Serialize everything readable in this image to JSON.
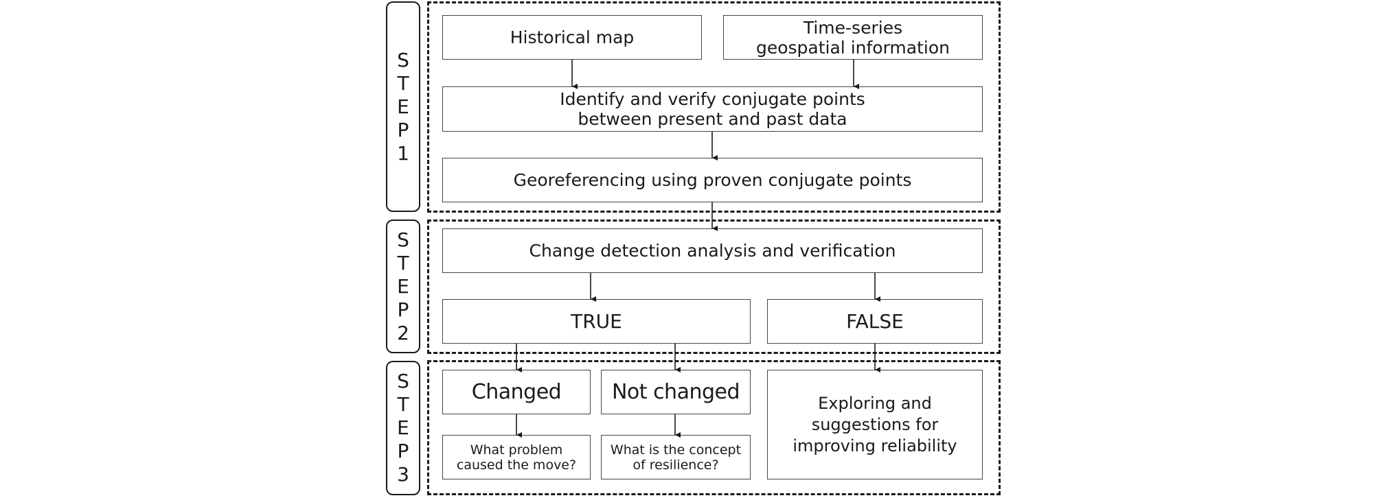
{
  "steps": [
    {
      "chars": [
        "S",
        "T",
        "E",
        "P",
        "1"
      ]
    },
    {
      "chars": [
        "S",
        "T",
        "E",
        "P",
        "2"
      ]
    },
    {
      "chars": [
        "S",
        "T",
        "E",
        "P",
        "3"
      ]
    }
  ],
  "boxes": {
    "historical_map": "Historical map",
    "time_series": "Time-series\ngeospatial information",
    "identify_verify": "Identify  and verify conjugate points\nbetween present and past data",
    "georeferencing": "Georeferencing using proven conjugate points",
    "change_detection": "Change detection analysis and verification",
    "true": "TRUE",
    "false": "FALSE",
    "changed": "Changed",
    "not_changed": "Not changed",
    "what_problem": "What problem\ncaused the move?",
    "resilience": "What is the concept\nof resilience?",
    "exploring": "Exploring and\nsuggestions for\nimproving reliability"
  },
  "colors": {
    "line": "#1a1a1a",
    "box_border": "#444444"
  }
}
